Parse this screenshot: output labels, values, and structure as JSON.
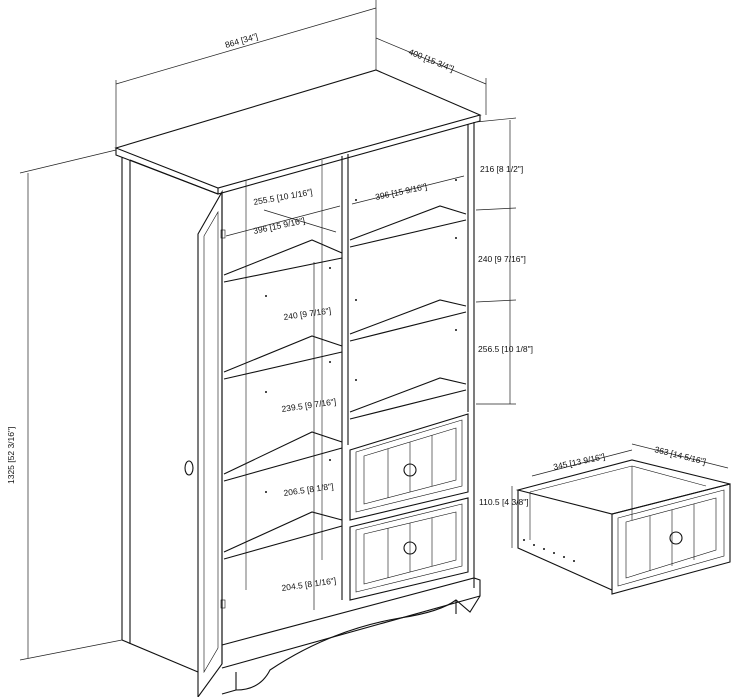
{
  "dimensions": {
    "overall_width": "864 [34\"]",
    "overall_depth": "400 [15 3/4\"]",
    "overall_height": "1325 [52 3/16\"]",
    "left_shelf_depth": "255.5 [10 1/16\"]",
    "left_shelf_width": "396 [15 9/16\"]",
    "right_shelf_width": "396 [15 9/16\"]",
    "right_space_top": "216 [8 1/2\"]",
    "right_space_middle": "240 [9 7/16\"]",
    "right_space_bottom": "256.5 [10 1/8\"]",
    "left_space_1": "240 [9 7/16\"]",
    "left_space_2": "239.5 [9 7/16\"]",
    "left_space_3": "206.5 [8 1/8\"]",
    "left_space_4": "204.5 [8 1/16\"]",
    "drawer_width": "345 [13 9/16\"]",
    "drawer_depth": "363 [14 5/16\"]",
    "drawer_height": "110.5 [4 3/8\"]"
  }
}
